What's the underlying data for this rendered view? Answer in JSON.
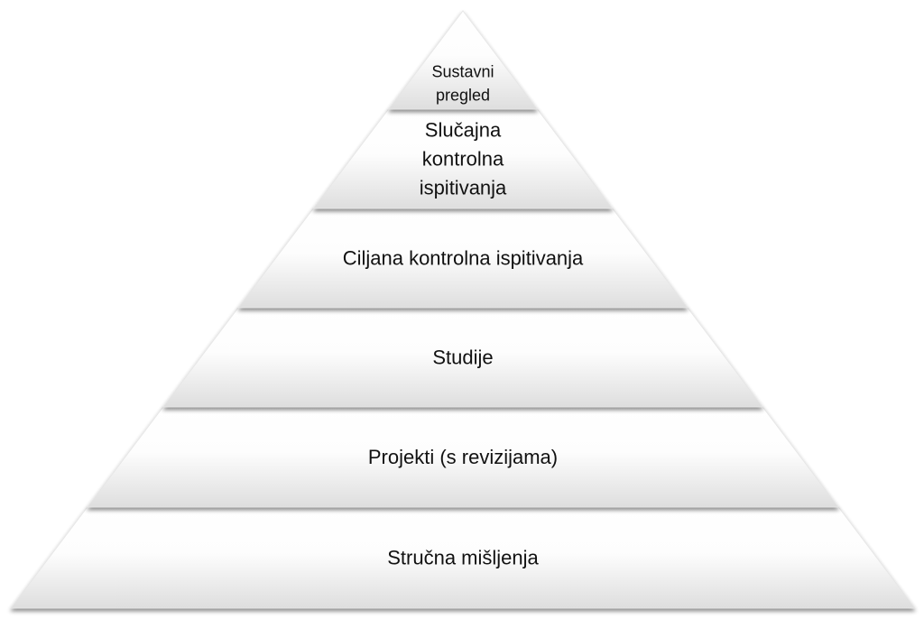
{
  "title": "Evidence pyramid",
  "colors": {
    "top": "#ffffff",
    "bottom": "#dcdcdc",
    "text": "#111111",
    "edge": "#c8c8c8"
  },
  "layers": [
    {
      "lines": [
        "Sustavni",
        "pregled"
      ]
    },
    {
      "lines": [
        "Slučajna",
        "kontrolna",
        "ispitivanja"
      ]
    },
    {
      "lines": [
        "Ciljana kontrolna ispitivanja"
      ]
    },
    {
      "lines": [
        "Studije"
      ]
    },
    {
      "lines": [
        "Projekti (s revizijama)"
      ]
    },
    {
      "lines": [
        "Stručna mišljenja"
      ]
    }
  ]
}
